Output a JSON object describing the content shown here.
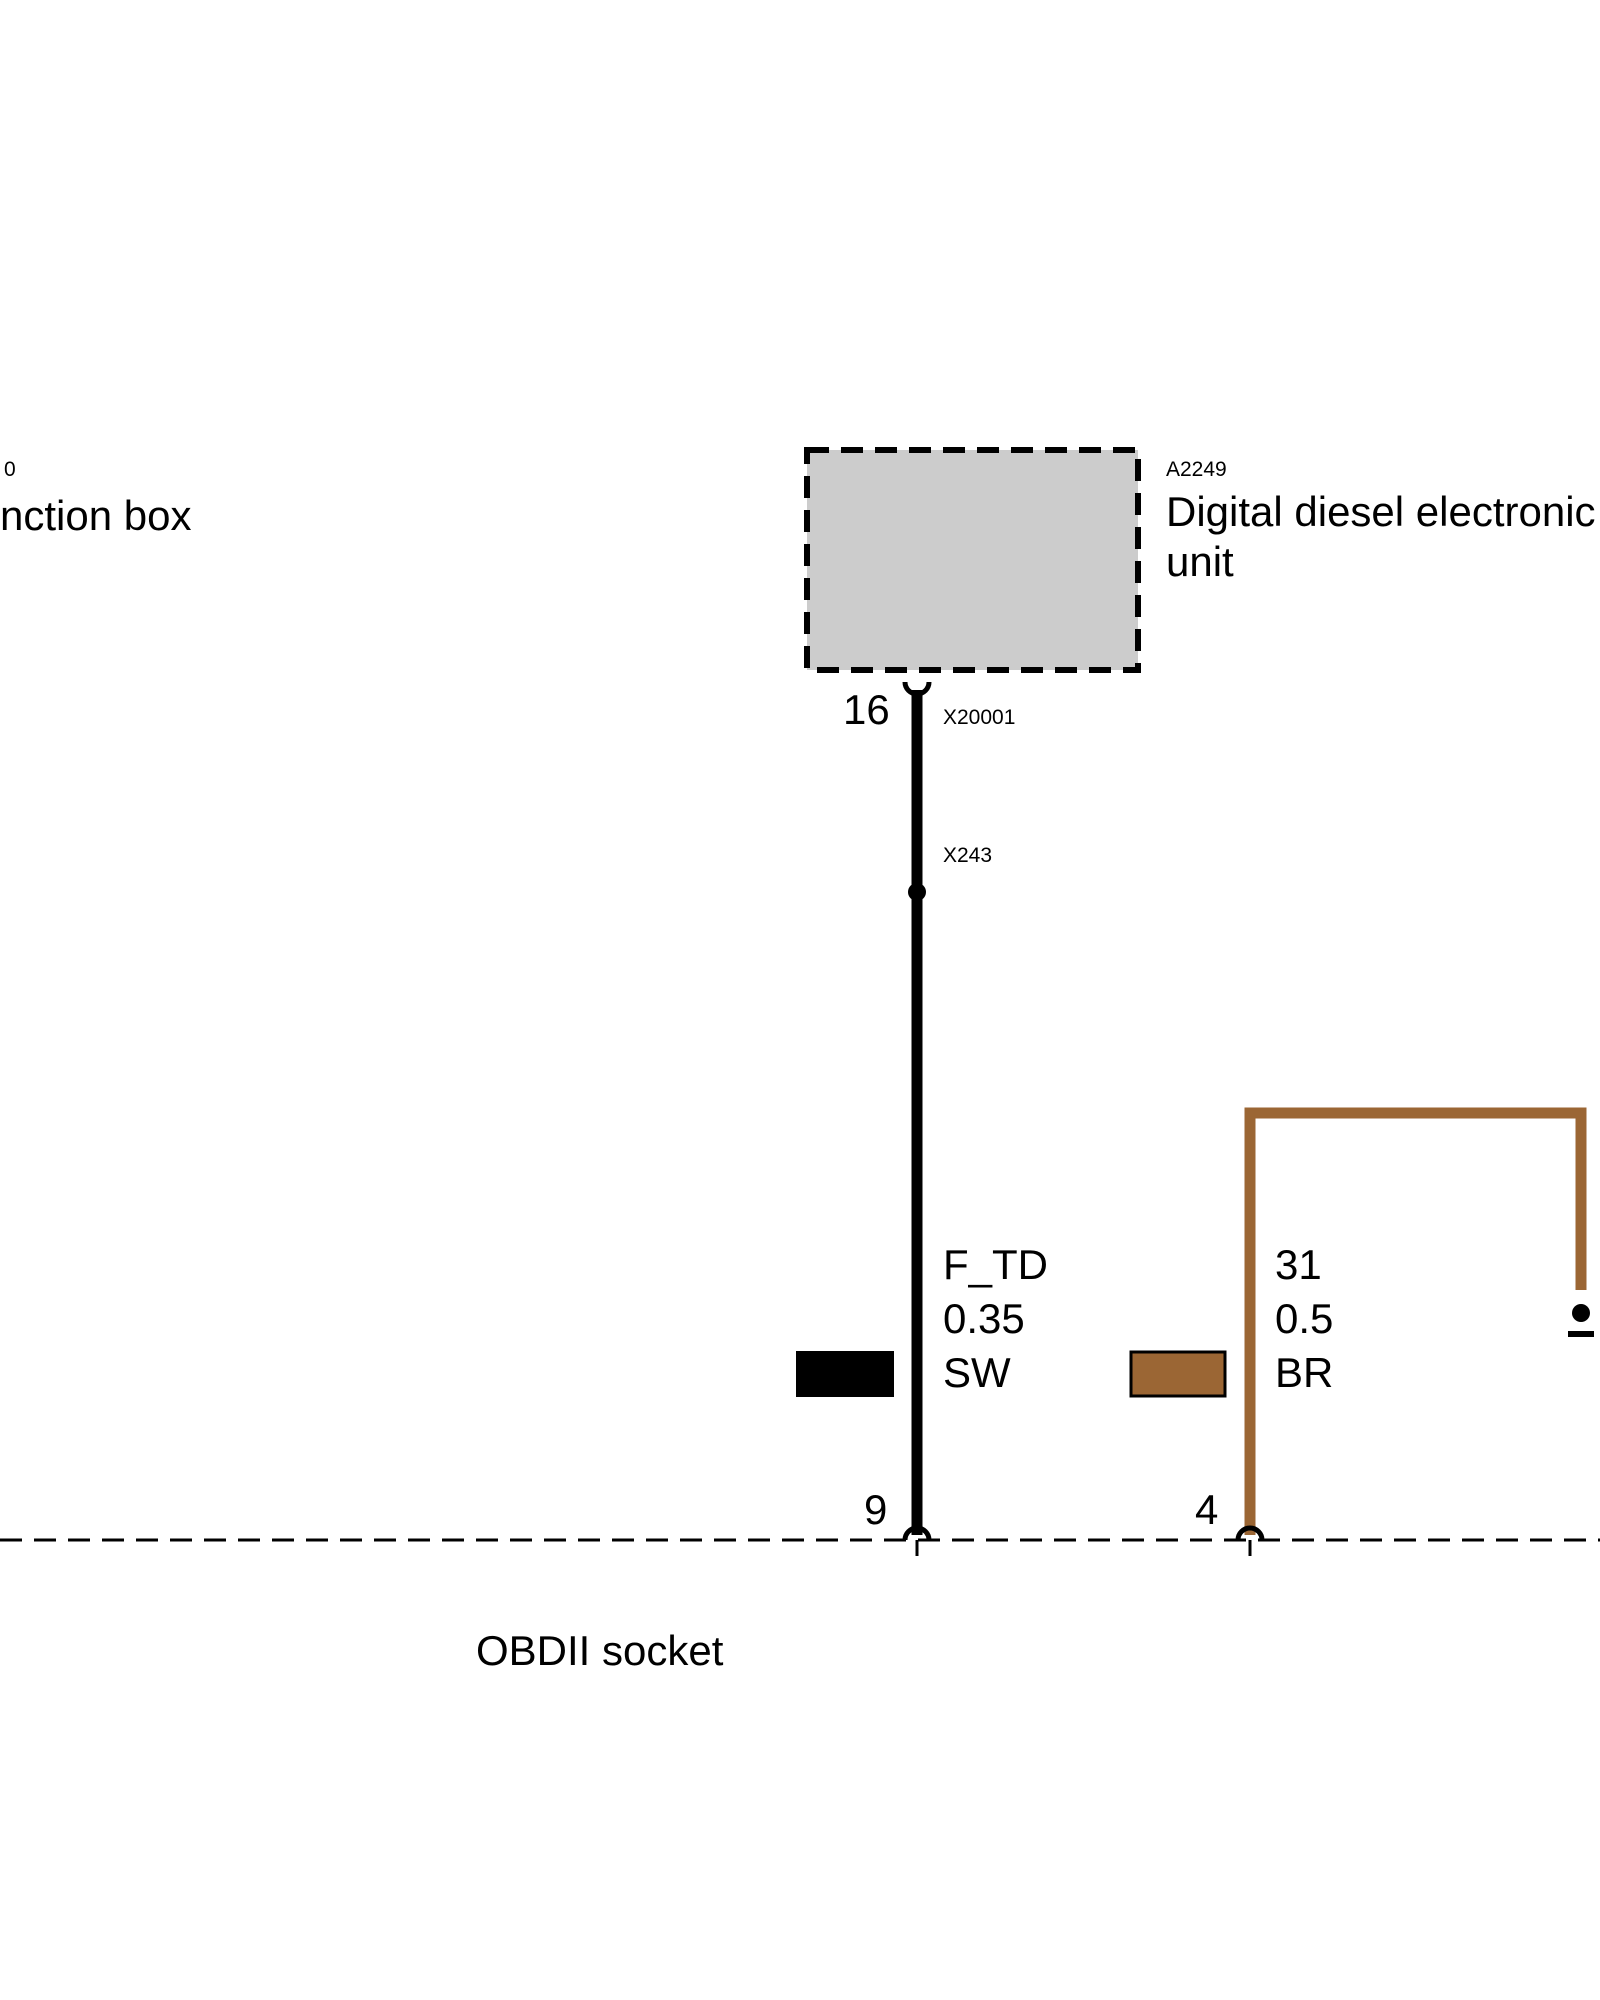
{
  "left_component": {
    "id_fragment": "0",
    "name_fragment": "nction box"
  },
  "ecu": {
    "id": "A2249",
    "name_line1": "Digital diesel electronic",
    "name_line2": "unit"
  },
  "connectors": {
    "ecu_connector": "X20001",
    "splice_connector": "X243"
  },
  "pins": {
    "ecu_pin": "16",
    "obd_pin_signal": "9",
    "obd_pin_ground": "4"
  },
  "wires": [
    {
      "signal": "F_TD",
      "cross_section": "0.35",
      "color_code": "SW",
      "color": "#000000"
    },
    {
      "signal": "31",
      "cross_section": "0.5",
      "color_code": "BR",
      "color": "#9B6634"
    }
  ],
  "obd": {
    "name": "OBDII socket"
  }
}
